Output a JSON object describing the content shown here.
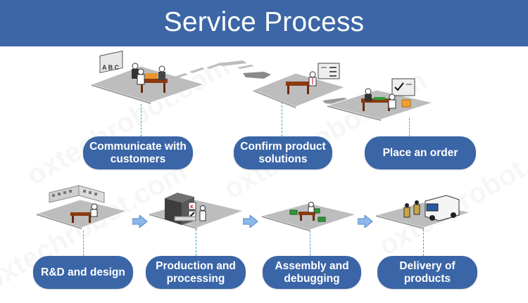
{
  "header": {
    "title": "Service Process"
  },
  "steps": [
    {
      "label": "Communicate with customers",
      "icon": "meeting-icon"
    },
    {
      "label": "Confirm product solutions",
      "icon": "desk-checklist-icon"
    },
    {
      "label": "Place an order",
      "icon": "order-signing-icon"
    },
    {
      "label": "R&D and design",
      "icon": "design-office-icon"
    },
    {
      "label": "Production and processing",
      "icon": "production-machine-icon"
    },
    {
      "label": "Assembly and debugging",
      "icon": "assembly-icon"
    },
    {
      "label": "Delivery of products",
      "icon": "delivery-van-icon"
    }
  ],
  "watermark": "oxtechrobot.com",
  "colors": {
    "header": "#3c66a6",
    "button": "#3a65a6",
    "connector": "#3fa6c2",
    "arrow": "#8db8ea"
  }
}
